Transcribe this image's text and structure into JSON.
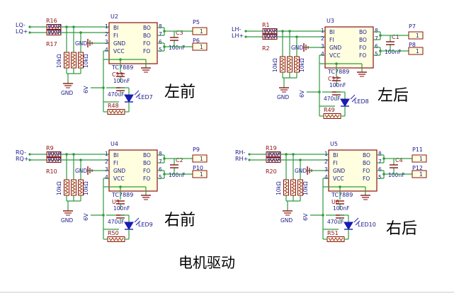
{
  "colors": {
    "wire": "#2e9a3e",
    "part": "#8a1010",
    "text": "#1a1a8c",
    "fill": "#ffffe0",
    "led": "#1a1ab4",
    "bg": "#ffffff"
  },
  "title": "电机驱动",
  "blocks": [
    {
      "region": "左前",
      "inputs": [
        "LQ-",
        "LQ+"
      ],
      "r_top": "R16",
      "r_bot": "R17",
      "r_val": "800R",
      "ic": "U2",
      "pins_left": [
        "BI",
        "FI",
        "GND",
        "VCC"
      ],
      "pins_right": [
        "BO",
        "BO",
        "FO",
        "FO"
      ],
      "cap": "C3",
      "cap_val": "100nF",
      "port_a": "P5",
      "port_b": "P6",
      "port_pin": "1",
      "pull_vals": [
        "10kΩ",
        "10kΩ"
      ],
      "reg": "TC7889",
      "reg_ref": "C13",
      "reg_cap": "100nF",
      "elec": "470uF",
      "supply": "6V",
      "led": "LED7",
      "r_led": "R48",
      "gnd": "GND"
    },
    {
      "region": "左后",
      "inputs": [
        "LH-",
        "LH+"
      ],
      "r_top": "R1",
      "r_bot": "R2",
      "r_val": "800R",
      "ic": "U3",
      "pins_left": [
        "BI",
        "FI",
        "GND",
        "VCC"
      ],
      "pins_right": [
        "BO",
        "BO",
        "FO",
        "FO"
      ],
      "cap": "C1",
      "cap_val": "100nF",
      "port_a": "P7",
      "port_b": "P8",
      "port_pin": "1",
      "pull_vals": [
        "10kΩ",
        "10kΩ"
      ],
      "reg": "TC7889",
      "reg_ref": "C12",
      "reg_cap": "100nF",
      "elec": "470uF",
      "supply": "6V",
      "led": "LED8",
      "r_led": "R49",
      "gnd": "GND"
    },
    {
      "region": "右前",
      "inputs": [
        "RQ-",
        "RQ+"
      ],
      "r_top": "R9",
      "r_bot": "R10",
      "r_val": "800R",
      "ic": "U4",
      "pins_left": [
        "BI",
        "FI",
        "GND",
        "VCC"
      ],
      "pins_right": [
        "BO",
        "BO",
        "FO",
        "FO"
      ],
      "cap": "C2",
      "cap_val": "100nF",
      "port_a": "P9",
      "port_b": "P10",
      "port_pin": "1",
      "pull_vals": [
        "10kΩ",
        "10kΩ"
      ],
      "reg": "TC7889",
      "reg_ref": "U3",
      "reg_cap": "100nF",
      "elec": "470uF",
      "supply": "6V",
      "led": "LED9",
      "r_led": "R50",
      "gnd": "GND"
    },
    {
      "region": "右后",
      "inputs": [
        "RH-",
        "RH+"
      ],
      "r_top": "R19",
      "r_bot": "R20",
      "r_val": "800R",
      "ic": "U5",
      "pins_left": [
        "BI",
        "FI",
        "GND",
        "VCC"
      ],
      "pins_right": [
        "BO",
        "BO",
        "FO",
        "FO"
      ],
      "cap": "C4",
      "cap_val": "100nF",
      "port_a": "P11",
      "port_b": "P12",
      "port_pin": "1",
      "pull_vals": [
        "10kΩ",
        "10kΩ"
      ],
      "reg": "TC7889",
      "reg_ref": "U6",
      "reg_cap": "100nF",
      "elec": "470uF",
      "supply": "6V",
      "led": "LED10",
      "r_led": "R51",
      "gnd": "GND"
    }
  ]
}
